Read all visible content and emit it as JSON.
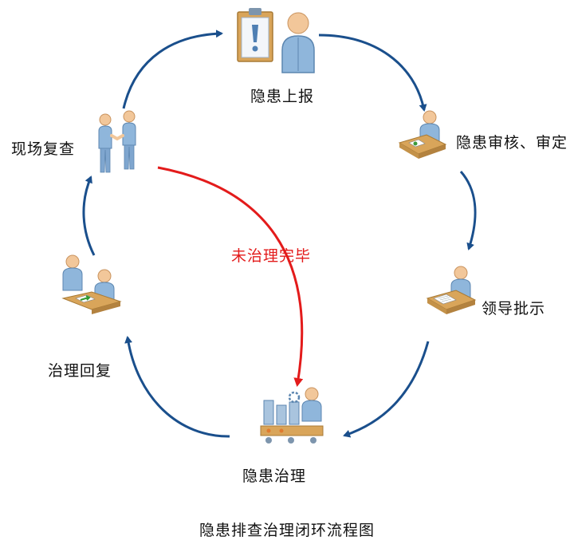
{
  "nodes": {
    "report": "隐患上报",
    "review": "隐患审核、审定",
    "instruct": "领导批示",
    "govern": "隐患治理",
    "reply": "治理回复",
    "recheck": "现场复查"
  },
  "red_path_label": "未治理完毕",
  "caption": "隐患排查治理闭环流程图",
  "colors": {
    "flow_arrow": "#1a4f8c",
    "red_arrow": "#e31b1b",
    "person_blue": "#8fb6db",
    "desk_tan": "#d9a55a"
  }
}
